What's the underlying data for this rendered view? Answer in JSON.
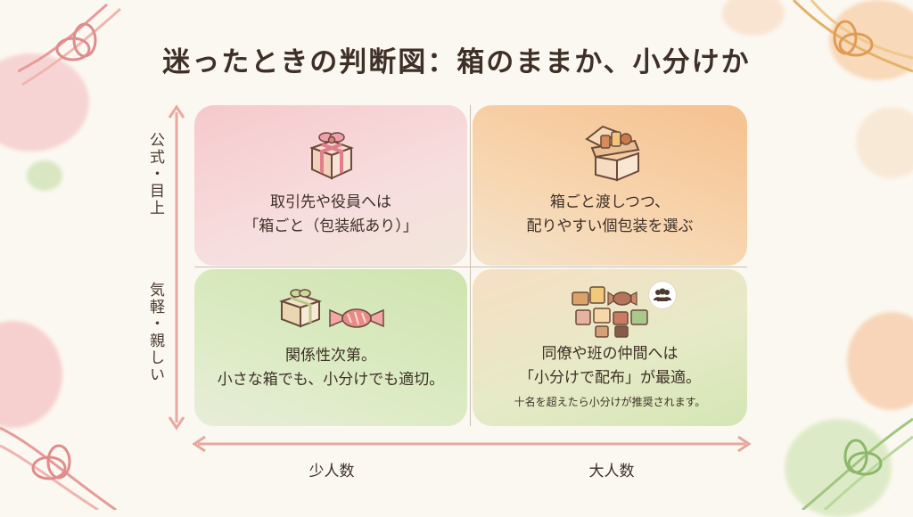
{
  "title": "迷ったときの判断図：箱のままか、小分けか",
  "y_axis": {
    "top_label": "公式・目上",
    "bottom_label": "気軽・親しい"
  },
  "x_axis": {
    "left_label": "少人数",
    "right_label": "大人数"
  },
  "quadrants": {
    "top_left": {
      "line1": "取引先や役員へは",
      "line2": "「箱ごと（包装紙あり）」"
    },
    "top_right": {
      "line1": "箱ごと渡しつつ、",
      "line2": "配りやすい個包装を選ぶ"
    },
    "bottom_left": {
      "line1": "関係性次第。",
      "line2": "小さな箱でも、小分けでも適切。"
    },
    "bottom_right": {
      "line1": "同僚や班の仲間へは",
      "line2": "「小分けで配布」が最適。",
      "note": "十名を超えたら小分けが推奨されます。"
    }
  },
  "colors": {
    "top_left": "#f6c9cc",
    "top_right": "#f6c18f",
    "bottom_left": "#cfe4b0",
    "bottom_right": "#e6eac7",
    "axis_vertical": "#e9a8a0",
    "axis_horizontal": "#e4a99a"
  },
  "icons": [
    "gift-box-with-ribbon-icon",
    "open-box-of-sweets-icon",
    "small-gift-box-icon",
    "wrapped-candy-icon",
    "assorted-sweets-icon",
    "people-group-icon"
  ]
}
